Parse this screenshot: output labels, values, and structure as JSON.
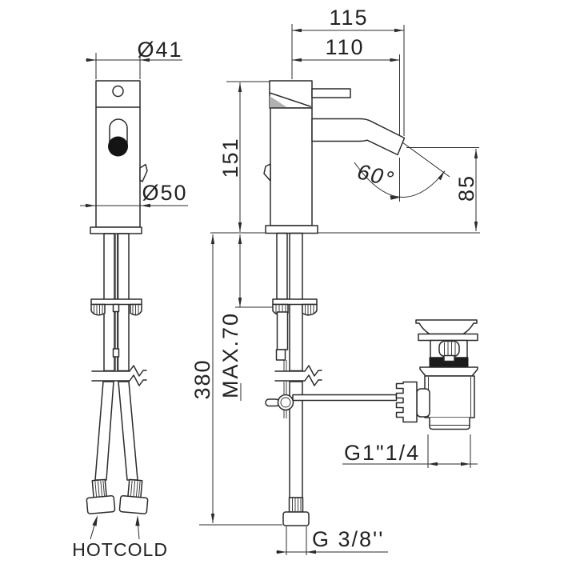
{
  "meta": {
    "drawing_type": "basin mixer tap technical drawing",
    "background_color": "#ffffff",
    "line_color": "#2b2b2b"
  },
  "labels": {
    "dia_top": "Ø41",
    "dia_body": "Ø50",
    "reach_total": "115",
    "reach_spout": "110",
    "height_spout": "151",
    "angle_spout": "60°",
    "height_outlet": "85",
    "hose_length": "380",
    "max_deck": "MAX.70",
    "drain_thread": "G1\"1/4",
    "supply_thread": "G 3/8''",
    "hot": "HOT",
    "cold": "COLD"
  }
}
